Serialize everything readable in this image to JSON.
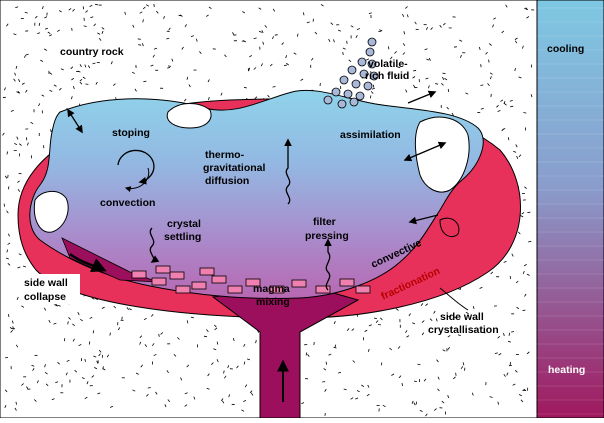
{
  "diagram": {
    "labels": {
      "country_rock": "country rock",
      "volatile_rich_fluid": [
        "volatile-",
        "rich fluid"
      ],
      "stoping": "stoping",
      "assimilation": "assimilation",
      "thermo_gravitational_diffusion": [
        "thermo-",
        "gravitational",
        "diffusion"
      ],
      "convection": "convection",
      "crystal_settling": [
        "crystal",
        "settling"
      ],
      "filter_pressing": [
        "filter",
        "pressing"
      ],
      "convective": "convective",
      "fractionation": "fractionation",
      "side_wall_collapse": [
        "side wall",
        "collapse"
      ],
      "magma": "magma",
      "mixing": "mixing",
      "side_wall_crystallisation": [
        "side wall",
        "crystallisation"
      ]
    },
    "temperature_bar": {
      "top_label": "cooling",
      "bottom_label": "heating",
      "colors": {
        "top": "#7ec8e3",
        "bottom": "#a0185e"
      }
    },
    "colors": {
      "margin_red": "#e8315a",
      "magma_blue": "#8fd0ea",
      "magma_purple": "#b070b8",
      "conduit": "#9b0f5c",
      "crystal": "#f080b0",
      "bubble": "#a9b8d8"
    }
  }
}
